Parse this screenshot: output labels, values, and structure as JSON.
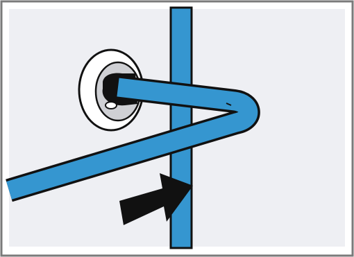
{
  "illustration": {
    "depicts": [
      "wall-socket",
      "vertical-cable",
      "bent-cable",
      "pointer-arrow"
    ],
    "colors": {
      "frame_border": "#7a7a7a",
      "background_panel": "#eeeff3",
      "cable_fill": "#3596d0",
      "cable_outline": "#111111",
      "socket_ring": "#ffffff",
      "socket_shadow": "#cfd0d4",
      "arrow_fill": "#111111"
    }
  }
}
